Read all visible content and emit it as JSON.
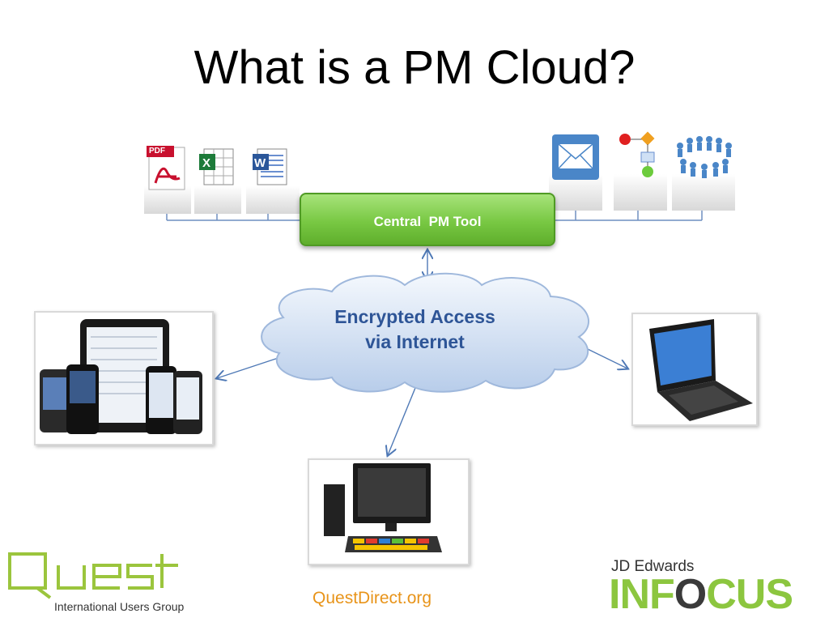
{
  "slide": {
    "title": "What is a PM Cloud?",
    "central_tool_label": "Central  PM Tool",
    "cloud_label_line1": "Encrypted Access",
    "cloud_label_line2": "via Internet"
  },
  "documents": [
    {
      "icon": "pdf-icon",
      "badge": "PDF"
    },
    {
      "icon": "excel-icon"
    },
    {
      "icon": "word-icon"
    }
  ],
  "communication": [
    {
      "icon": "email-icon"
    },
    {
      "icon": "workflow-icon"
    },
    {
      "icon": "people-circle-icon"
    }
  ],
  "devices": [
    "mobile-devices",
    "laptop",
    "desktop-computer"
  ],
  "footer": {
    "quest_logo_text": "Quest",
    "quest_tagline": "International Users Group",
    "website": "QuestDirect.org",
    "jde_text": "JD Edwards",
    "infocus_in": "IN",
    "infocus_o": "F",
    "infocus_o2": "O",
    "infocus_cus": "CUS"
  },
  "colors": {
    "central_tool": "#78c843",
    "cloud_text": "#2e5597",
    "website": "#e8941a",
    "infocus_green": "#8cc63f",
    "quest_green": "#9bc53d"
  }
}
